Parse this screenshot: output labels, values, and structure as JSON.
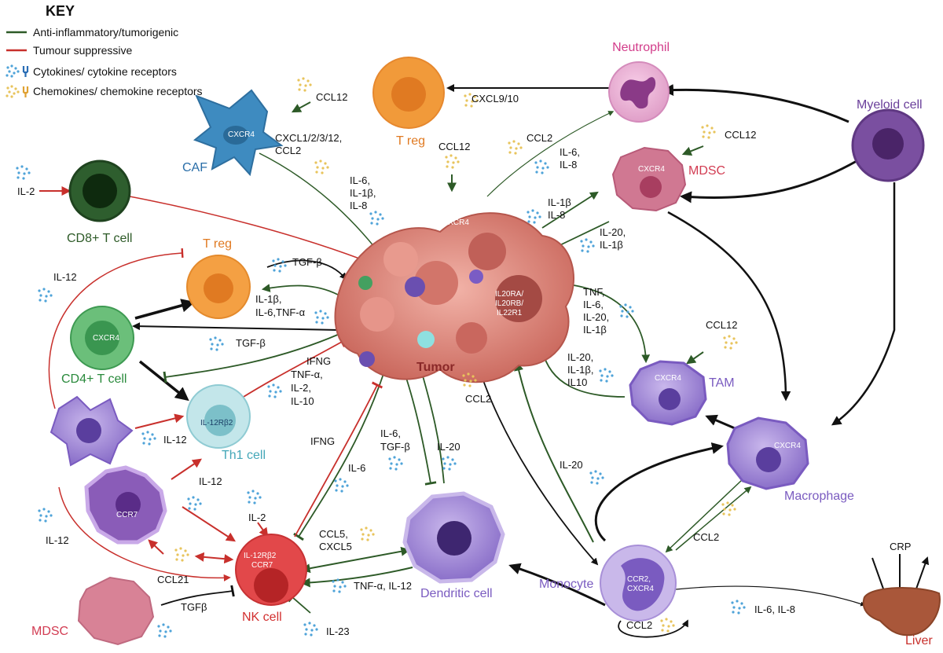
{
  "key": {
    "title": "KEY",
    "items": [
      {
        "label": "Anti-inflammatory/tumorigenic",
        "color": "#2d5a27"
      },
      {
        "label": "Tumour suppressive",
        "color": "#c8302c"
      },
      {
        "label": "Cytokines/ cytokine receptors",
        "icon": "cytokine-dots-icon"
      },
      {
        "label": "Chemokines/ chemokine receptors",
        "icon": "chemokine-dots-icon"
      }
    ]
  },
  "cells": {
    "neutrophil": "Neutrophil",
    "myeloid": "Myeloid cell",
    "treg_top": "T reg",
    "caf": "CAF",
    "cd8": "CD8+ T cell",
    "treg_left": "T reg",
    "cd4": "CD4+ T cell",
    "th1": "Th1 cell",
    "tumor": "Tumor",
    "mdsc_right": "MDSC",
    "tam": "TAM",
    "macrophage": "Macrophage",
    "monocyte": "Monocyte",
    "dendritic": "Dendritic cell",
    "nk": "NK cell",
    "mdsc_bottom": "MDSC",
    "liver": "Liver",
    "crp": "CRP"
  },
  "receptors": {
    "caf": "CXCR4",
    "cd4": "CXCR4",
    "th1": "IL-12Rβ2",
    "tumor_top": "CXCR4",
    "tumor_il20_1": "IL20RA/",
    "tumor_il20_2": "IL20RB/",
    "tumor_il20_3": "IL22R1",
    "mdsc": "CXCR4",
    "tam": "CXCR4",
    "macrophage": "CXCR4",
    "ccr7_cell": "CCR7",
    "nk_1": "IL-12Rβ2",
    "nk_2": "CCR7",
    "monocyte_1": "CCR2,",
    "monocyte_2": "CXCR4"
  },
  "labels": {
    "ccl12_caf": "CCL12",
    "cxcl9_10": "CXCL9/10",
    "cxcl_caf_1": "CXCL1/2/3/12,",
    "cxcl_caf_2": "CCL2",
    "ccl12_tumor": "CCL12",
    "ccl2_neut": "CCL2",
    "il6_il8_neut_1": "IL-6,",
    "il6_il8_neut_2": "IL-8",
    "ccl12_mdsc": "CCL12",
    "il6_caf_1": "IL-6,",
    "il6_caf_2": "IL-1β,",
    "il6_caf_3": "IL-8",
    "il2_cd8": "IL-2",
    "il1b_il8_1": "IL-1β",
    "il1b_il8_2": "IL-8",
    "il20_il1b_1": "IL-20,",
    "il20_il1b_2": "IL-1β",
    "tgfb_treg": "TGF-β",
    "il12_left": "IL-12",
    "il1b_treg_1": "IL-1β,",
    "il1b_treg_2": "IL-6,TNF-α",
    "tnf_tam_1": "TNF,",
    "tnf_tam_2": "IL-6,",
    "tnf_tam_3": "IL-20,",
    "tnf_tam_4": "IL-1β",
    "ccl12_tam": "CCL12",
    "tgfb_cd4": "TGF-β",
    "ifng_th1_1": "IFNG",
    "ifng_th1_2": "TNF-α,",
    "ifng_th1_3": "IL-2,",
    "ifng_th1_4": "IL-10",
    "il20_tam_1": "IL-20,",
    "il20_tam_2": "IL-1β,",
    "il20_tam_3": "IL10",
    "ccl2_tumor": "CCL2",
    "il12_th1": "IL-12",
    "ifng_nk": "IFNG",
    "il6_tgfb_1": "IL-6,",
    "il6_tgfb_2": "TGF-β",
    "il20_dc": "IL-20",
    "il20_mono": "IL-20",
    "il12_ccr7": "IL-12",
    "il6_nk": "IL-6",
    "il2_nk": "IL-2",
    "il12_bottom": "IL-12",
    "ccl5_1": "CCL5,",
    "ccl5_2": "CXCL5",
    "ccl2_mac": "CCL2",
    "ccl21": "CCL21",
    "tnfa_il12": "TNF-α,  IL-12",
    "tgfb_mdsc": "TGFβ",
    "il23": "IL-23",
    "ccl2_mono": "CCL2",
    "il6_il8_liver": "IL-6, IL-8"
  }
}
